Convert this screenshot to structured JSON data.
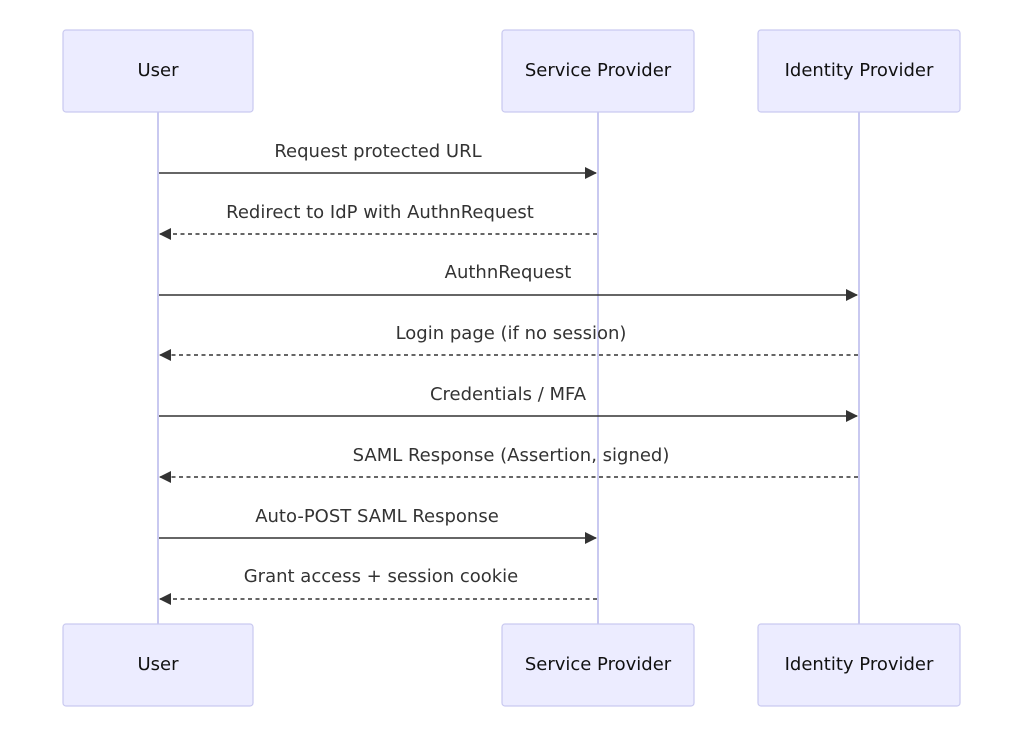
{
  "participants": [
    {
      "id": "user",
      "label": "User"
    },
    {
      "id": "sp",
      "label": "Service Provider"
    },
    {
      "id": "idp",
      "label": "Identity Provider"
    }
  ],
  "messages": [
    {
      "from": "user",
      "to": "sp",
      "style": "solid",
      "label": "Request protected URL"
    },
    {
      "from": "sp",
      "to": "user",
      "style": "dashed",
      "label": "Redirect to IdP with AuthnRequest"
    },
    {
      "from": "user",
      "to": "idp",
      "style": "solid",
      "label": "AuthnRequest"
    },
    {
      "from": "idp",
      "to": "user",
      "style": "dashed",
      "label": "Login page (if no session)"
    },
    {
      "from": "user",
      "to": "idp",
      "style": "solid",
      "label": "Credentials / MFA"
    },
    {
      "from": "idp",
      "to": "user",
      "style": "dashed",
      "label": "SAML Response (Assertion, signed)"
    },
    {
      "from": "user",
      "to": "sp",
      "style": "solid",
      "label": "Auto-POST SAML Response"
    },
    {
      "from": "sp",
      "to": "user",
      "style": "dashed",
      "label": "Grant access + session cookie"
    }
  ],
  "colors": {
    "actor_fill": "#ececff",
    "actor_border": "#c9c9f0",
    "lifeline": "#c9c9f0",
    "message_line": "#333333"
  }
}
